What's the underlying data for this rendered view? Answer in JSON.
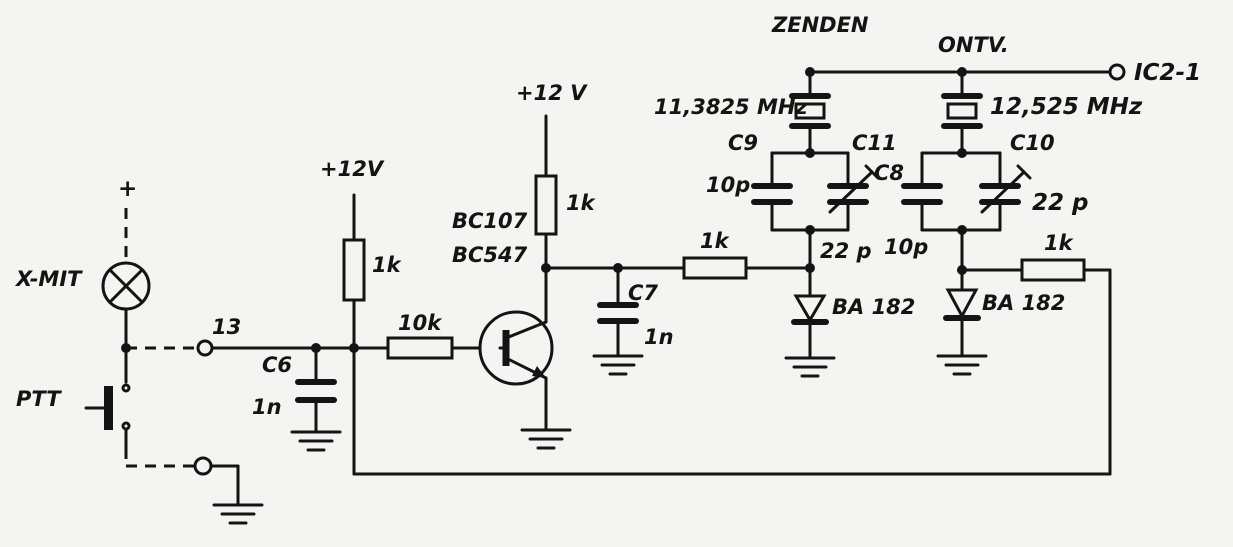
{
  "header": {
    "zenden": "ZENDEN",
    "ontv": "ONTV.",
    "ic_output": "IC2-1"
  },
  "supplies": {
    "plus": "+",
    "v12_left": "+12V",
    "v12_transistor": "+12 V"
  },
  "components": {
    "lamp": "X-MIT",
    "ptt": "PTT",
    "terminal_13": "13",
    "c6_name": "C6",
    "c6_value": "1n",
    "r_bias": "1k",
    "r_base": "10k",
    "transistor_type_1": "BC107",
    "transistor_type_2": "BC547",
    "r_collector": "1k",
    "c7_name": "C7",
    "c7_value": "1n",
    "r_series_1": "1k",
    "r_series_2": "1k",
    "crystal_tx": "11,3825 MHz",
    "crystal_rx": "12,525 MHz",
    "c9_name": "C9",
    "c9_value": "10p",
    "c11_name": "C11",
    "c11_value": "22 p",
    "c8_name": "C8",
    "c8_value": "10p",
    "c10_name": "C10",
    "c10_value": "22 p",
    "diode_tx": "BA 182",
    "diode_rx": "BA 182"
  },
  "colors": {
    "ink": "#141414",
    "paper": "#f4f4f2"
  }
}
